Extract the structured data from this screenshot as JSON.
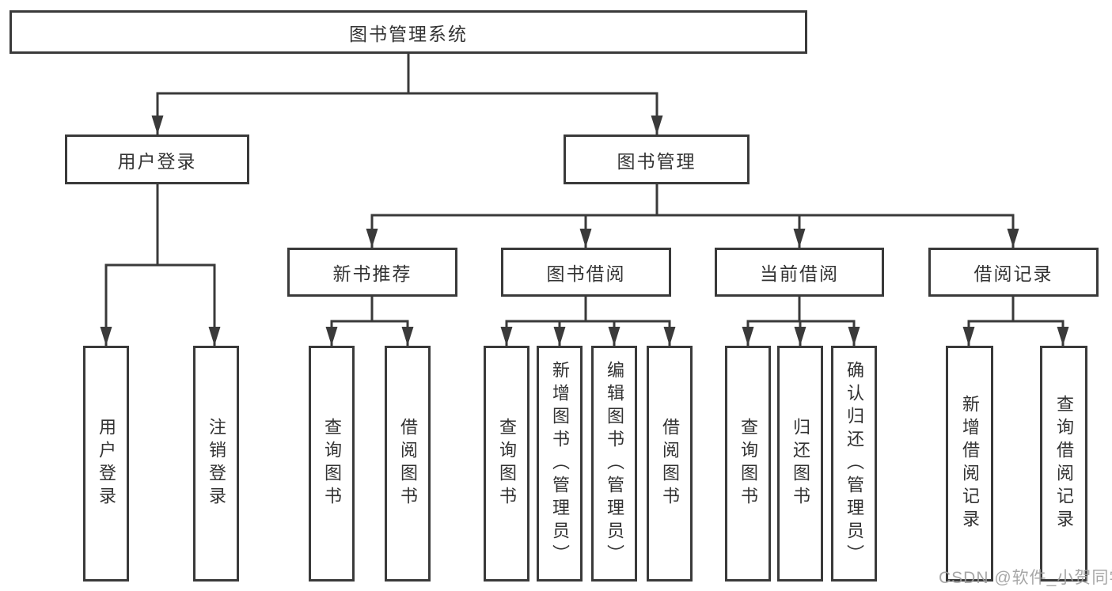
{
  "diagram": {
    "type": "hierarchy-structure-chart",
    "colors": {
      "line": "#3a3a3a",
      "text": "#333333",
      "background": "#ffffff",
      "watermark": "#9e9e9e"
    },
    "watermark": "CSDN @软件_小贺同学",
    "tree": {
      "label": "图书管理系统",
      "children": [
        {
          "label": "用户登录",
          "children": [
            {
              "label": "用户登录"
            },
            {
              "label": "注销登录"
            }
          ]
        },
        {
          "label": "图书管理",
          "children": [
            {
              "label": "新书推荐",
              "children": [
                {
                  "label": "查询图书"
                },
                {
                  "label": "借阅图书"
                }
              ]
            },
            {
              "label": "图书借阅",
              "children": [
                {
                  "label": "查询图书"
                },
                {
                  "label": "新增图书（管理员）"
                },
                {
                  "label": "编辑图书（管理员）"
                },
                {
                  "label": "借阅图书"
                }
              ]
            },
            {
              "label": "当前借阅",
              "children": [
                {
                  "label": "查询图书"
                },
                {
                  "label": "归还图书"
                },
                {
                  "label": "确认归还（管理员）"
                }
              ]
            },
            {
              "label": "借阅记录",
              "children": [
                {
                  "label": "新增借阅记录"
                },
                {
                  "label": "查询借阅记录"
                }
              ]
            }
          ]
        }
      ]
    }
  }
}
